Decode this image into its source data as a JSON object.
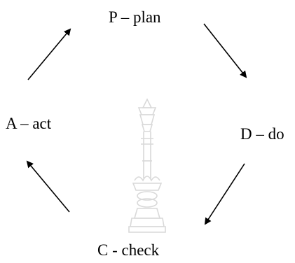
{
  "diagram": {
    "stages": {
      "plan": "P – plan",
      "do": "D – do",
      "check": "C - check",
      "act": "A – act"
    }
  },
  "icons": {
    "watermark": "emblem-watermark-icon",
    "arrow_plan_to_do": "arrow-down-right-icon",
    "arrow_do_to_check": "arrow-down-left-icon",
    "arrow_check_to_act": "arrow-up-left-icon",
    "arrow_act_to_plan": "arrow-up-right-icon"
  },
  "colors": {
    "text": "#000000",
    "arrow": "#000000",
    "watermark": "#d9d9d9"
  }
}
